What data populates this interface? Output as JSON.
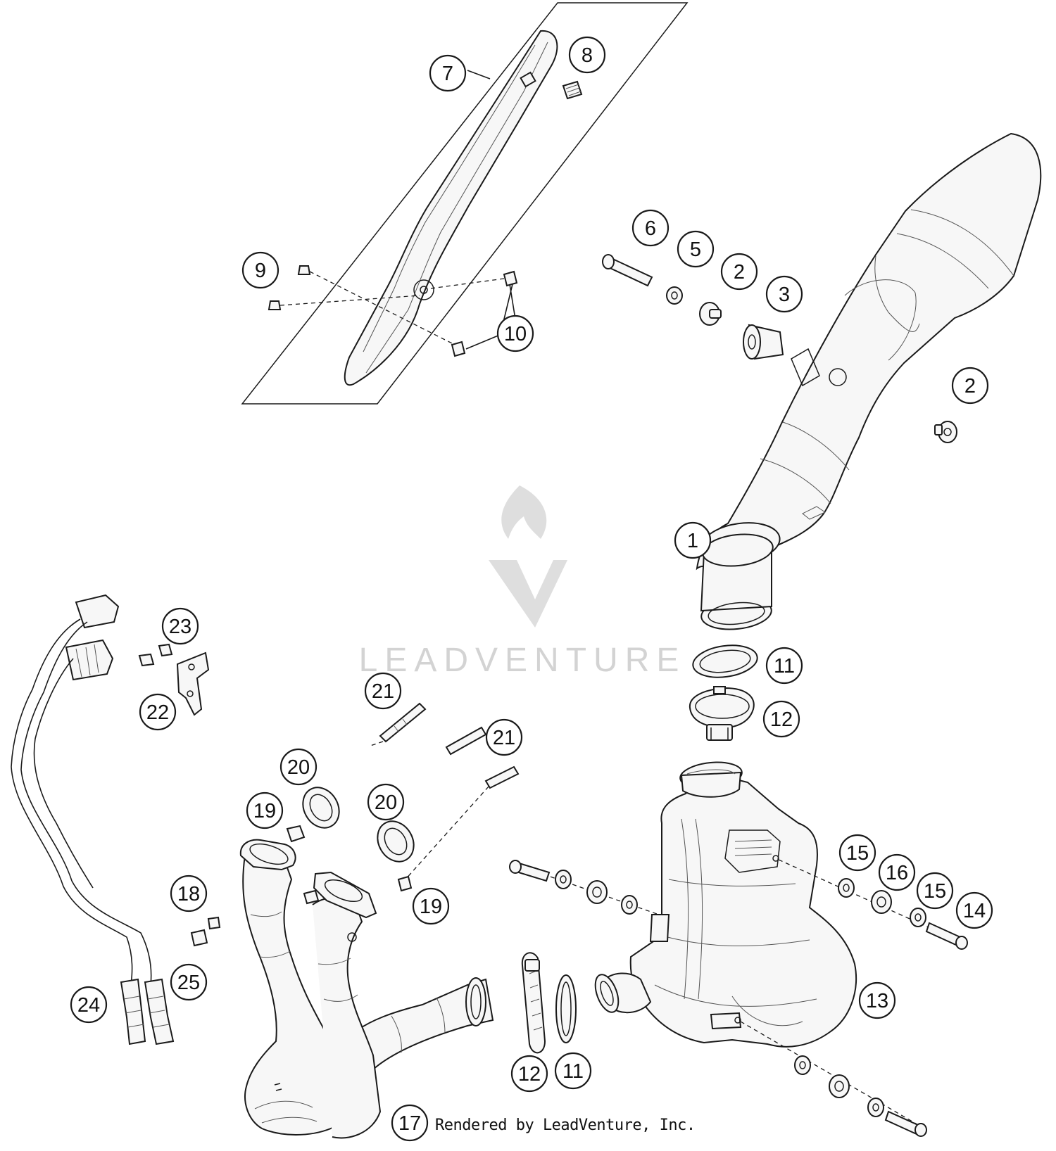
{
  "diagram": {
    "type": "exploded-parts-diagram",
    "callouts": [
      {
        "label": "1"
      },
      {
        "label": "2"
      },
      {
        "label": "2"
      },
      {
        "label": "3"
      },
      {
        "label": "5"
      },
      {
        "label": "6"
      },
      {
        "label": "7"
      },
      {
        "label": "8"
      },
      {
        "label": "9"
      },
      {
        "label": "10"
      },
      {
        "label": "11"
      },
      {
        "label": "11"
      },
      {
        "label": "12"
      },
      {
        "label": "12"
      },
      {
        "label": "13"
      },
      {
        "label": "14"
      },
      {
        "label": "15"
      },
      {
        "label": "15"
      },
      {
        "label": "16"
      },
      {
        "label": "17"
      },
      {
        "label": "18"
      },
      {
        "label": "19"
      },
      {
        "label": "19"
      },
      {
        "label": "20"
      },
      {
        "label": "20"
      },
      {
        "label": "21"
      },
      {
        "label": "21"
      },
      {
        "label": "22"
      },
      {
        "label": "23"
      },
      {
        "label": "24"
      },
      {
        "label": "25"
      }
    ]
  },
  "watermark": {
    "text": "LEADVENTURE",
    "icon": "flame-v-logo-icon"
  },
  "credit": "Rendered by LeadVenture, Inc."
}
